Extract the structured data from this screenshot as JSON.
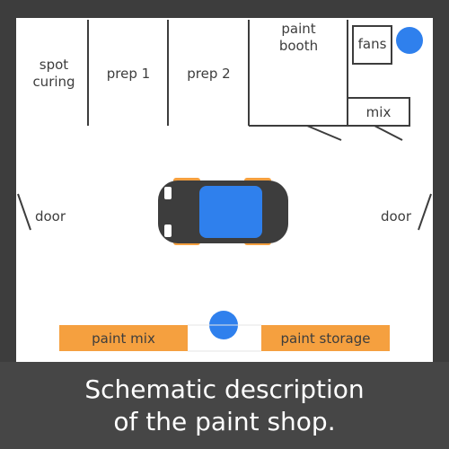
{
  "floor_plan": {
    "rooms": [
      "spot\ncuring",
      "prep 1",
      "prep 2",
      "paint\nbooth"
    ],
    "fans_label": "fans",
    "mix_label": "mix",
    "doors": [
      "door",
      "door"
    ],
    "benches": [
      "paint mix",
      "paint storage"
    ]
  },
  "caption": "Schematic description\nof the paint shop.",
  "colors": {
    "background": "#3d3d3d",
    "floor": "#ffffff",
    "walls": "#3d3d3d",
    "fixture": "#2f80ed",
    "bench": "#f5a03f",
    "car_body": "#3d3d3d",
    "car_tires": "#f5a03f",
    "car_roof": "#2f80ed"
  }
}
